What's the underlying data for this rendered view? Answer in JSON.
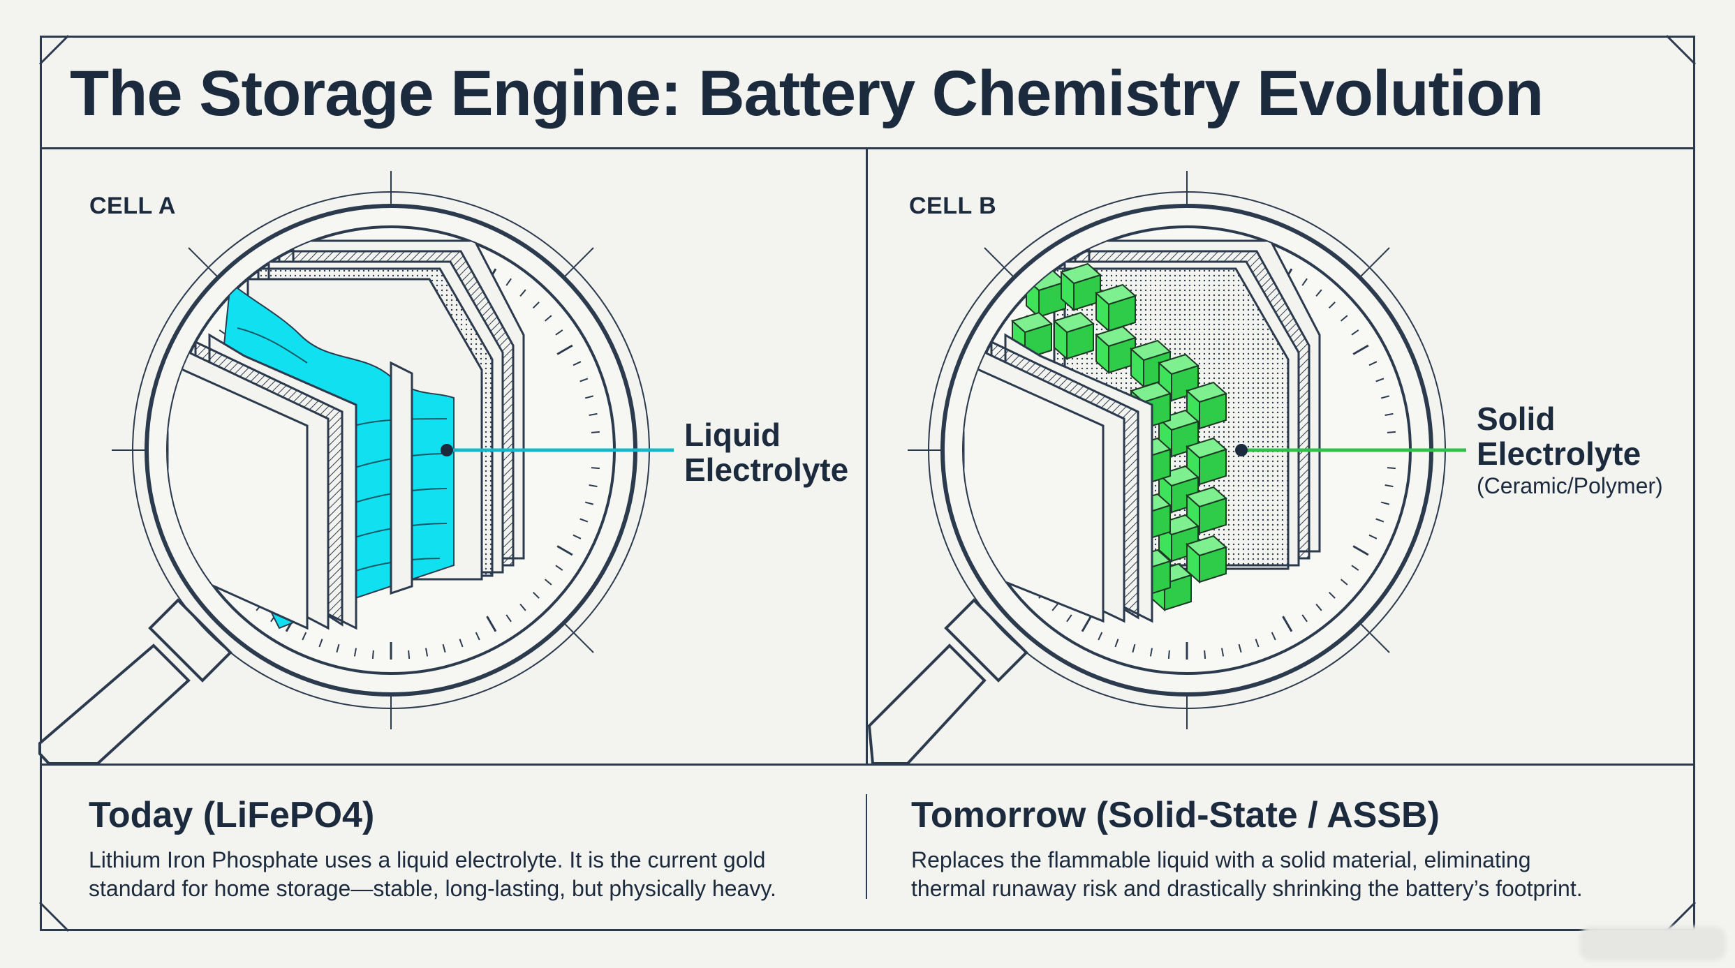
{
  "title": "The Storage Engine: Battery Chemistry Evolution",
  "cells": [
    {
      "label": "CELL A",
      "callout": "Liquid\nElectrolyte",
      "callout_sub": "",
      "electrolyte_color": "#11e0f0",
      "leader_color": "#15b8c8",
      "bottom_title": "Today (LiFePO4)",
      "bottom_text": "Lithium Iron Phosphate uses a liquid electrolyte. It is the current gold\nstandard for home storage—stable, long-lasting, but physically heavy."
    },
    {
      "label": "CELL B",
      "callout": "Solid\nElectrolyte",
      "callout_sub": "(Ceramic/Polymer)",
      "electrolyte_color": "#3ee35a",
      "leader_color": "#2fc24a",
      "bottom_title": "Tomorrow (Solid-State / ASSB)",
      "bottom_text": "Replaces the flammable liquid with a solid material, eliminating\nthermal runaway risk and drastically shrinking the battery’s footprint."
    }
  ],
  "colors": {
    "ink": "#1c2a3d",
    "background": "#f3f3ef"
  }
}
